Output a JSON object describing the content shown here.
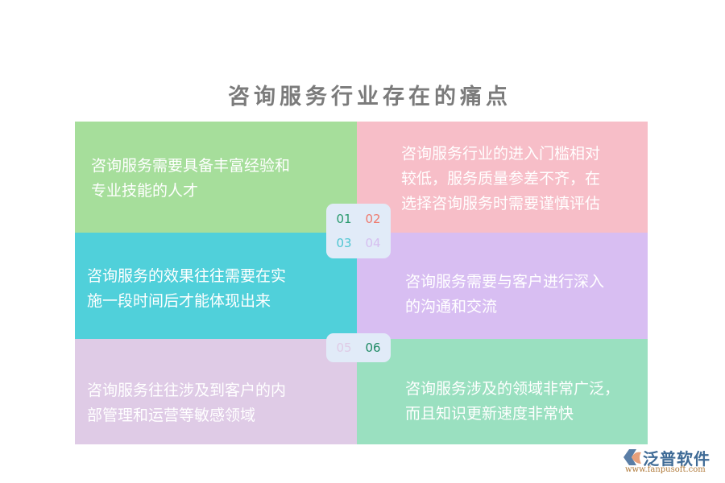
{
  "title": "咨询服务行业存在的痛点",
  "colors": {
    "cell1": "#a6de9b",
    "cell2": "#f7bec8",
    "cell3": "#50d0da",
    "cell4": "#d8bef2",
    "cell5": "#dfcbe6",
    "cell6": "#9ae0c0",
    "badge_bg": "#e1ebf8",
    "title": "#7b7b7b"
  },
  "cells": [
    {
      "num": "01",
      "num_color": "#2a9a6e",
      "text_lines": [
        "咨询服务需要具备丰富经验和",
        "专业技能的人才"
      ]
    },
    {
      "num": "02",
      "num_color": "#ee7a6e",
      "text_lines": [
        "咨询服务行业的进入门槛相对",
        "较低，服务质量参差不齐，在",
        "选择咨询服务时需要谨慎评估"
      ]
    },
    {
      "num": "03",
      "num_color": "#4fc6d2",
      "text_lines": [
        "咨询服务的效果往往需要在实",
        "施一段时间后才能体现出来"
      ]
    },
    {
      "num": "04",
      "num_color": "#d6bff0",
      "text_lines": [
        "咨询服务需要与客户进行深入",
        "的沟通和交流"
      ]
    },
    {
      "num": "05",
      "num_color": "#dfcbe6",
      "text_lines": [
        "咨询服务往往涉及到客户的内",
        "部管理和运营等敏感领域"
      ]
    },
    {
      "num": "06",
      "num_color": "#1e8a64",
      "text_lines": [
        "咨询服务涉及的领域非常广泛，",
        "而且知识更新速度非常快"
      ]
    }
  ],
  "logo": {
    "name": "泛普软件",
    "url": "www.fanpusoft.com"
  }
}
